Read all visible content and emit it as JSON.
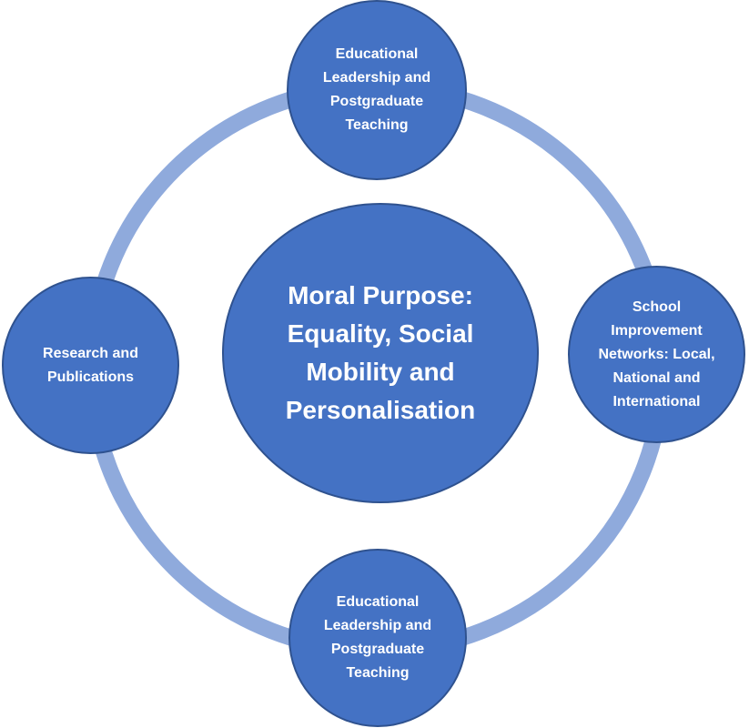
{
  "diagram": {
    "ring_color": "#8faadc",
    "node_fill": "#4472c4",
    "node_border": "#2f528f",
    "text_color": "#ffffff",
    "center": {
      "label": "Moral Purpose: Equality, Social Mobility and Personalisation"
    },
    "nodes": {
      "top": {
        "label": "Educational Leadership and Postgraduate Teaching"
      },
      "right": {
        "label": "School Improvement Networks: Local, National and International"
      },
      "bottom": {
        "label": "Educational Leadership and Postgraduate Teaching"
      },
      "left": {
        "label": "Research and Publications"
      }
    }
  }
}
